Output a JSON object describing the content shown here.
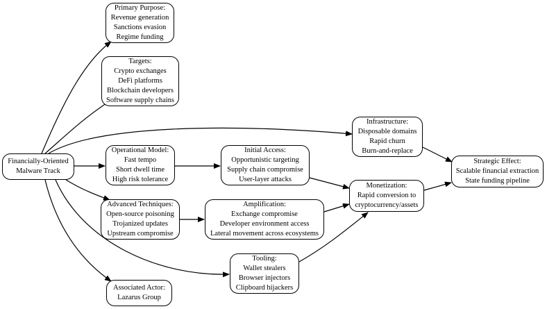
{
  "nodes": {
    "root": {
      "lines": [
        "Financially-Oriented",
        "Malware Track"
      ]
    },
    "purpose": {
      "lines": [
        "Primary Purpose:",
        "Revenue generation",
        "Sanctions evasion",
        "Regime funding"
      ]
    },
    "targets": {
      "lines": [
        "Targets:",
        "Crypto exchanges",
        "DeFi platforms",
        "Blockchain developers",
        "Software supply chains"
      ]
    },
    "infra": {
      "lines": [
        "Infrastructure:",
        "Disposable domains",
        "Rapid churn",
        "Burn-and-replace"
      ]
    },
    "opmodel": {
      "lines": [
        "Operational Model:",
        "Fast tempo",
        "Short dwell time",
        "High risk tolerance"
      ]
    },
    "access": {
      "lines": [
        "Initial Access:",
        "Opportunistic targeting",
        "Supply chain compromise",
        "User-layer attacks"
      ]
    },
    "strategic": {
      "lines": [
        "Strategic Effect:",
        "Scalable financial extraction",
        "State funding pipeline"
      ]
    },
    "monetize": {
      "lines": [
        "Monetization:",
        "Rapid conversion to",
        "cryptocurrency/assets"
      ]
    },
    "advanced": {
      "lines": [
        "Advanced Techniques:",
        "Open-source poisoning",
        "Trojanized updates",
        "Upstream compromise"
      ]
    },
    "amplify": {
      "lines": [
        "Amplification:",
        "Exchange compromise",
        "Developer environment access",
        "Lateral movement across ecosystems"
      ]
    },
    "tooling": {
      "lines": [
        "Tooling:",
        "Wallet stealers",
        "Browser injectors",
        "Clipboard hijackers"
      ]
    },
    "actor": {
      "lines": [
        "Associated Actor:",
        "Lazarus Group"
      ]
    }
  },
  "edges": [
    [
      "root",
      "purpose"
    ],
    [
      "root",
      "targets"
    ],
    [
      "root",
      "infra"
    ],
    [
      "root",
      "opmodel"
    ],
    [
      "root",
      "advanced"
    ],
    [
      "root",
      "tooling"
    ],
    [
      "root",
      "actor"
    ],
    [
      "opmodel",
      "access"
    ],
    [
      "access",
      "monetize"
    ],
    [
      "advanced",
      "amplify"
    ],
    [
      "amplify",
      "monetize"
    ],
    [
      "tooling",
      "monetize"
    ],
    [
      "infra",
      "strategic"
    ],
    [
      "monetize",
      "strategic"
    ]
  ]
}
